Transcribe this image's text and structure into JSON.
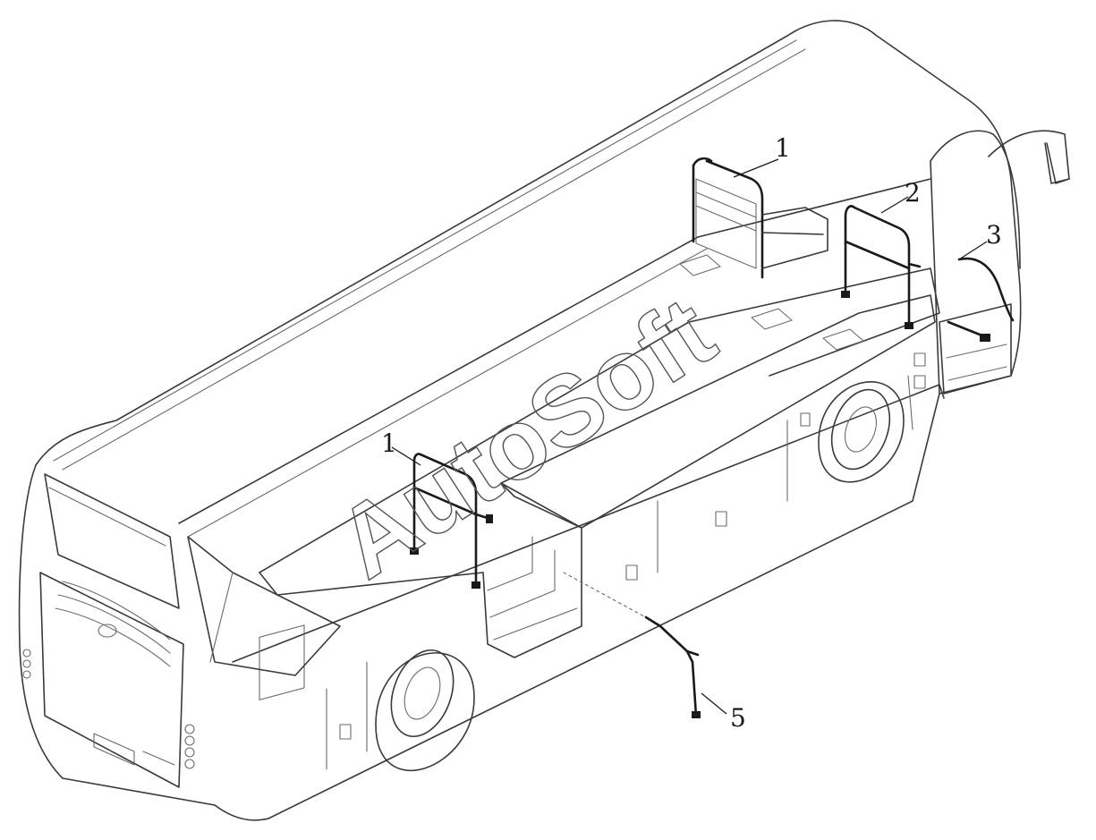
{
  "watermark": "AutoSoft",
  "callouts": {
    "c1_top": "1",
    "c1_mid": "1",
    "c2": "2",
    "c3": "3",
    "c5": "5"
  }
}
